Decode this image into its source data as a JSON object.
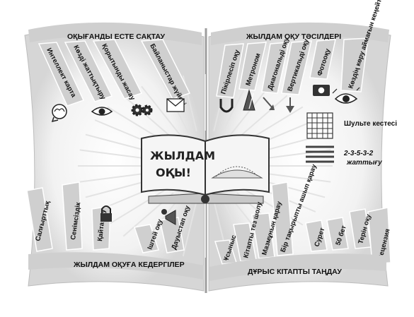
{
  "center": {
    "line1": "ЖЫЛДАМ",
    "line2": "ОҚЫ!"
  },
  "top_left": {
    "title": "ОҚЫҒАНДЫ ЕСТЕ САҚТАУ",
    "items": [
      "Интеллект карта",
      "Көзді жаттықтыру",
      "Қорытынды жасау",
      "Байланыстар жүйесі"
    ]
  },
  "top_right": {
    "title": "ЖЫЛДАМ ОҚУ ТӘСІЛДЕРІ",
    "items": [
      "Пікірлесіп оқу",
      "Метроном",
      "Диагональді оқу",
      "Вертикальді оқу",
      "Фотооқу",
      "Көздің көру аймағын кеңейту"
    ]
  },
  "right_side": {
    "schulte": "Шульте кестесі",
    "exercise_numbers": "2-3-5-3-2",
    "exercise_word": "жаттығу"
  },
  "bottom_left": {
    "title": "ЖЫЛДАМ ОҚУҒА КЕДЕРГІЛЕР",
    "items": [
      "Салғырттық",
      "Сенімсіздік",
      "Қайта оқу",
      "Іштей оқу",
      "Дауыстап оқу"
    ]
  },
  "bottom_right": {
    "title": "ДҰРЫС КІТАПТЫ ТАҢДАУ",
    "items": [
      "Ұсыныс",
      "Кітапты тез шолу",
      "Мазмұнын қарау",
      "Бір тақырыпты ашып қарау",
      "Сурет",
      "50 бет",
      "Терін оқу",
      "Рецензия"
    ]
  },
  "colors": {
    "panel": "#d9d9d9",
    "ink": "#111111",
    "ribbon": "#cfcfcf",
    "ribbon_edge": "#ffffff"
  },
  "icons": [
    "brain-icon",
    "eye-icon",
    "gears-icon",
    "envelope-icon",
    "magnet-icon",
    "metronome-icon",
    "diagonal-arrow-icon",
    "vertical-arrow-icon",
    "camera-icon",
    "eye-expanded-icon",
    "grid-icon",
    "lines-icon",
    "padlock-icon",
    "megaphone-icon",
    "open-book-icon"
  ]
}
